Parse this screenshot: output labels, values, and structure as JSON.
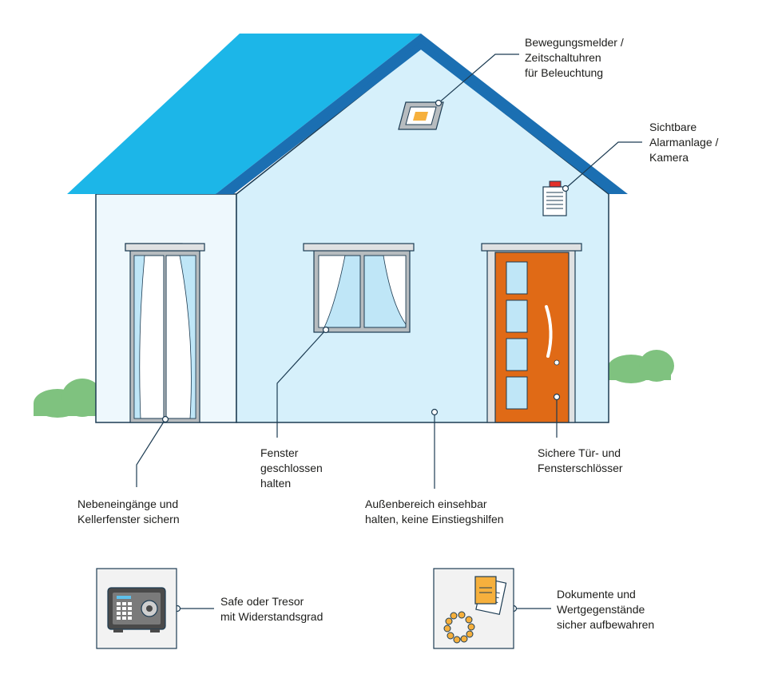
{
  "labels": {
    "motion_detector": "Bewegungsmelder /\nZeitschaltuhren\nfür Beleuchtung",
    "alarm": "Sichtbare\nAlarmanlage /\nKamera",
    "window_closed": "Fenster\ngeschlossen\nhalten",
    "door_locks": "Sichere Tür- und\nFensterschlösser",
    "side_entrances": "Nebeneingänge und\nKellerfenster sichern",
    "outdoor_visible": "Außenbereich einsehbar\nhalten, keine Einstiegshilfen",
    "safe": "Safe oder Tresor\nmit Widerstandsgrad",
    "documents": "Dokumente und\nWertgegenstände\nsicher aufbewahren"
  },
  "colors": {
    "roof": "#1cb6e8",
    "roof_edge": "#1b6fb2",
    "wall_side": "#eef8fd",
    "wall_main": "#d6f0fb",
    "door": "#e06a16",
    "bush": "#7fc27f",
    "line": "#1d3c53",
    "frame": "#a8a9aa"
  },
  "icons": [
    "house-illustration",
    "motion-detector-light",
    "alarm-siren",
    "safe-icon",
    "documents-jewelry-icon"
  ]
}
